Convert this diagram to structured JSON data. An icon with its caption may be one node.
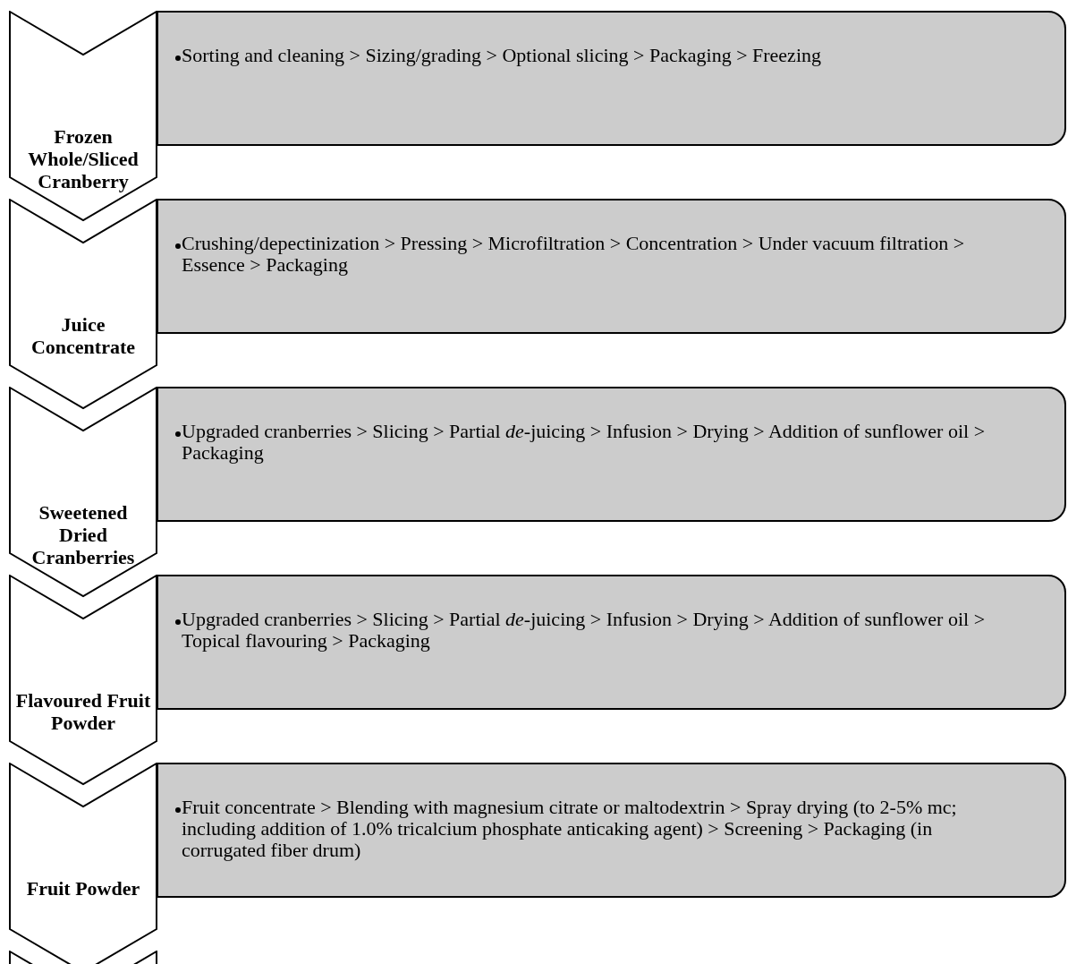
{
  "diagram": {
    "nodes": [
      {
        "text": [
          "Frozen Whole/Sliced Cranberry"
        ]
      },
      {
        "text": [
          "Sorting and cleaning > Sizing/grading > Optional slicing > Packaging > Freezing"
        ]
      },
      {
        "text": [
          "Juice Concentrate"
        ]
      },
      {
        "text": [
          "Crushing/depectinization > Pressing > Microfiltration > Concentration > Under vacuum filtration > Essence > Packaging"
        ]
      },
      {
        "text": [
          "Sweetened Dried Cranberries"
        ]
      },
      {
        "text": [
          "Upgraded cranberries > Slicing > Partial *de*-juicing > Infusion > Drying > Addition of sunflower oil > Packaging"
        ]
      },
      {
        "text": [
          "Flavoured Fruit Powder"
        ]
      },
      {
        "text": [
          "Upgraded cranberries > Slicing > Partial *de*-juicing > Infusion > Drying > Addition of sunflower oil > Topical flavouring > Packaging"
        ]
      },
      {
        "text": [
          "Fruit Powder"
        ]
      },
      {
        "text": [
          "Fruit concentrate > Blending with magnesium citrate or maltodextrin > Spray drying (to 2-5% mc; including addition of 1.0% tricalcium phosphate anticaking agent) > Screening > Packaging (in corrugated fiber drum)"
        ]
      },
      {
        "text": [],
        "shape": "chevron"
      }
    ]
  }
}
